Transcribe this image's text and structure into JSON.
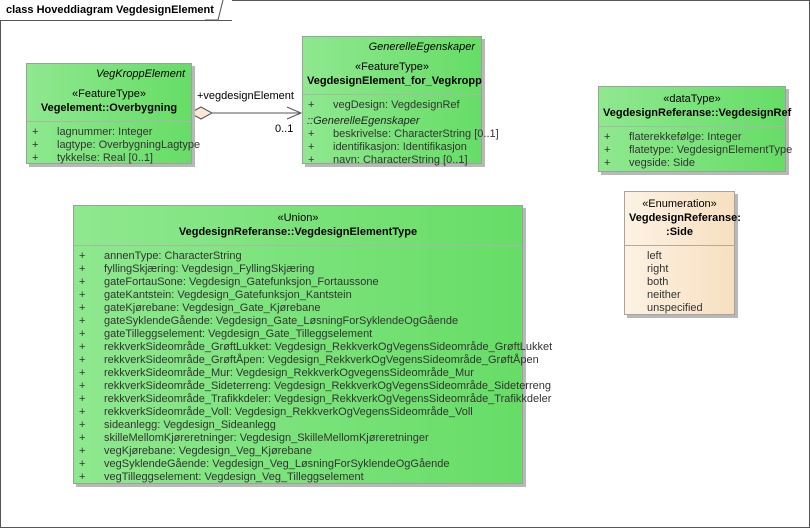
{
  "frame_title": "class Hoveddiagram VegdesignElement",
  "association": {
    "role": "+vegdesignElement",
    "multiplicity": "0..1"
  },
  "classes": [
    {
      "id": "overbygning",
      "top": "VegKroppElement",
      "stereotype": "«FeatureType»",
      "name": [
        "Vegelement::Overbygning"
      ],
      "sections": [
        {
          "attrs": [
            "lagnummer: Integer",
            "lagtype: OverbygningLagtype",
            "tykkelse: Real [0..1]"
          ]
        }
      ]
    },
    {
      "id": "vegdesignelement-for-vegkropp",
      "top": "GenerelleEgenskaper",
      "stereotype": "«FeatureType»",
      "name": [
        "VegdesignElement_for_Vegkropp"
      ],
      "sections": [
        {
          "attrs": [
            "vegDesign: VegdesignRef"
          ]
        },
        {
          "title": "::GenerelleEgenskaper",
          "attrs": [
            "beskrivelse: CharacterString [0..1]",
            "identifikasjon: Identifikasjon",
            "navn: CharacterString [0..1]"
          ]
        }
      ]
    },
    {
      "id": "vegdesignelementtype",
      "stereotype": "«Union»",
      "name": [
        "VegdesignReferanse::VegdesignElementType"
      ],
      "sections": [
        {
          "attrs": [
            "annenType: CharacterString",
            "fyllingSkjæring: Vegdesign_FyllingSkjæring",
            "gateFortauSone: Vegdesign_Gatefunksjon_Fortaussone",
            "gateKantstein: Vegdesign_Gatefunksjon_Kantstein",
            "gateKjørebane: Vegdesign_Gate_Kjørebane",
            "gateSyklendeGående: Vegdesign_Gate_LøsningForSyklendeOgGående",
            "gateTilleggselement: Vegdesign_Gate_Tilleggselement",
            "rekkverkSideområde_GrøftLukket: Vegdesign_RekkverkOgVegensSideområde_GrøftLukket",
            "rekkverkSideområde_GrøftÅpen: Vegdesign_RekkverkOgVegensSideområde_GrøftÅpen",
            "rekkverkSideområde_Mur: Vegdesign_RekkverkOgvegensSideområde_Mur",
            "rekkverkSideområde_Sideterreng: Vegdesign_RekkverkOgVegensSideområde_Sideterreng",
            "rekkverkSideområde_Trafikkdeler: Vegdesign_RekkverkOgVegensSideområde_Trafikkdeler",
            "rekkverkSideområde_Voll: Vegdesign_RekkverkOgVegensSideområde_Voll",
            "sideanlegg: Vegdesign_Sideanlegg",
            "skilleMellomKjøreretninger: Vegdesign_SkilleMellomKjøreretninger",
            "vegKjørebane: Vegdesign_Veg_Kjørebane",
            "vegSyklendeGående: Vegdesign_Veg_LøsningForSyklendeOgGående",
            "vegTilleggselement: Vegdesign_Veg_Tilleggselement"
          ]
        }
      ]
    },
    {
      "id": "vegdesignref",
      "stereotype": "«dataType»",
      "name": [
        "VegdesignReferanse::VegdesignRef"
      ],
      "sections": [
        {
          "attrs": [
            "flaterekkefølge: Integer",
            "flatetype: VegdesignElementType",
            "vegside: Side"
          ]
        }
      ]
    },
    {
      "id": "side",
      "kind": "enum",
      "stereotype": "«Enumeration»",
      "name": [
        "VegdesignReferanse:",
        ":Side"
      ],
      "sections": [
        {
          "literals": [
            "left",
            "right",
            "both",
            "neither",
            "unspecified"
          ]
        }
      ]
    }
  ],
  "colors": {
    "class_fill": "#77e277",
    "enum_fill": "#f9e6cc",
    "line": "#555555"
  }
}
